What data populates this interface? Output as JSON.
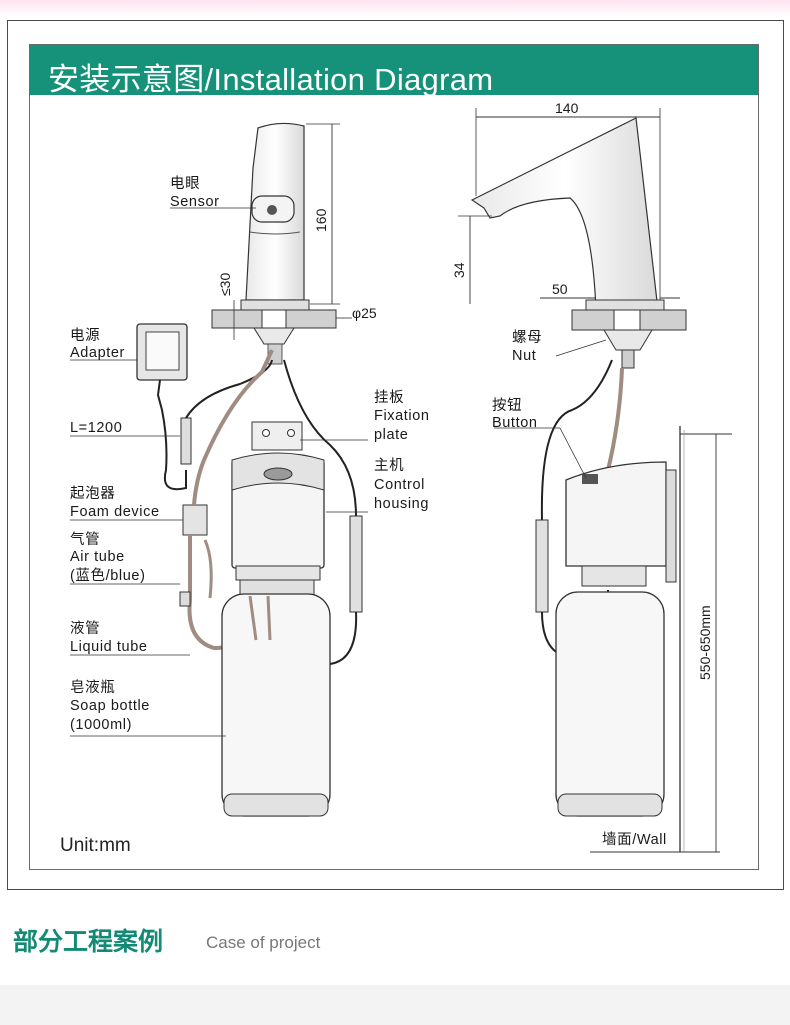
{
  "header": {
    "title": "安装示意图/Installation  Diagram"
  },
  "unit": "Unit:mm",
  "left_labels": {
    "sensor_cn": "电眼",
    "sensor_en": "Sensor",
    "adapter_cn": "电源",
    "adapter_en": "Adapter",
    "length": "L=1200",
    "foam_cn": "起泡器",
    "foam_en": "Foam device",
    "air_cn": "气管",
    "air_en": "Air tube",
    "air_note": "(蓝色/blue)",
    "liquid_cn": "液管",
    "liquid_en": "Liquid tube",
    "bottle_cn": "皂液瓶",
    "bottle_en": "Soap bottle",
    "bottle_note": "(1000ml)",
    "plate_cn": "挂板",
    "plate_en1": "Fixation",
    "plate_en2": "plate",
    "housing_cn": "主机",
    "housing_en1": "Control",
    "housing_en2": "housing"
  },
  "right_labels": {
    "nut_cn": "螺母",
    "nut_en": "Nut",
    "button_cn": "按钮",
    "button_en": "Button",
    "wall": "墙面/Wall"
  },
  "dimensions": {
    "height": "160",
    "thickness": "≤30",
    "hole": "φ25",
    "width": "140",
    "spout_height": "34",
    "reach": "50",
    "mount_range": "550-650mm"
  },
  "colors": {
    "brand": "#16917a",
    "tube": "#a08c80",
    "cable": "#222222"
  },
  "section": {
    "title": "部分工程案例",
    "subtitle": "Case of project"
  }
}
